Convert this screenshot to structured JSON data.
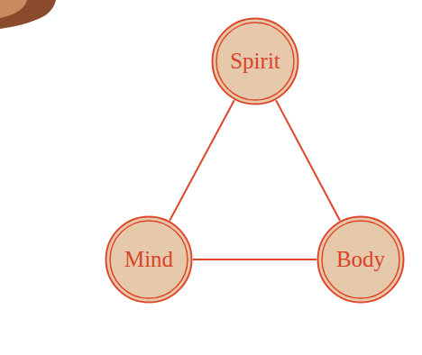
{
  "diagram": {
    "nodes": [
      {
        "text": [
          "Spirit"
        ]
      },
      {
        "text": [
          "Mind"
        ]
      },
      {
        "text": [
          "Body"
        ]
      }
    ],
    "edges": [
      {
        "from": 0,
        "to": 1,
        "arrow": "none"
      },
      {
        "from": 0,
        "to": 2,
        "arrow": "none"
      },
      {
        "from": 1,
        "to": 2,
        "arrow": "none"
      }
    ]
  }
}
